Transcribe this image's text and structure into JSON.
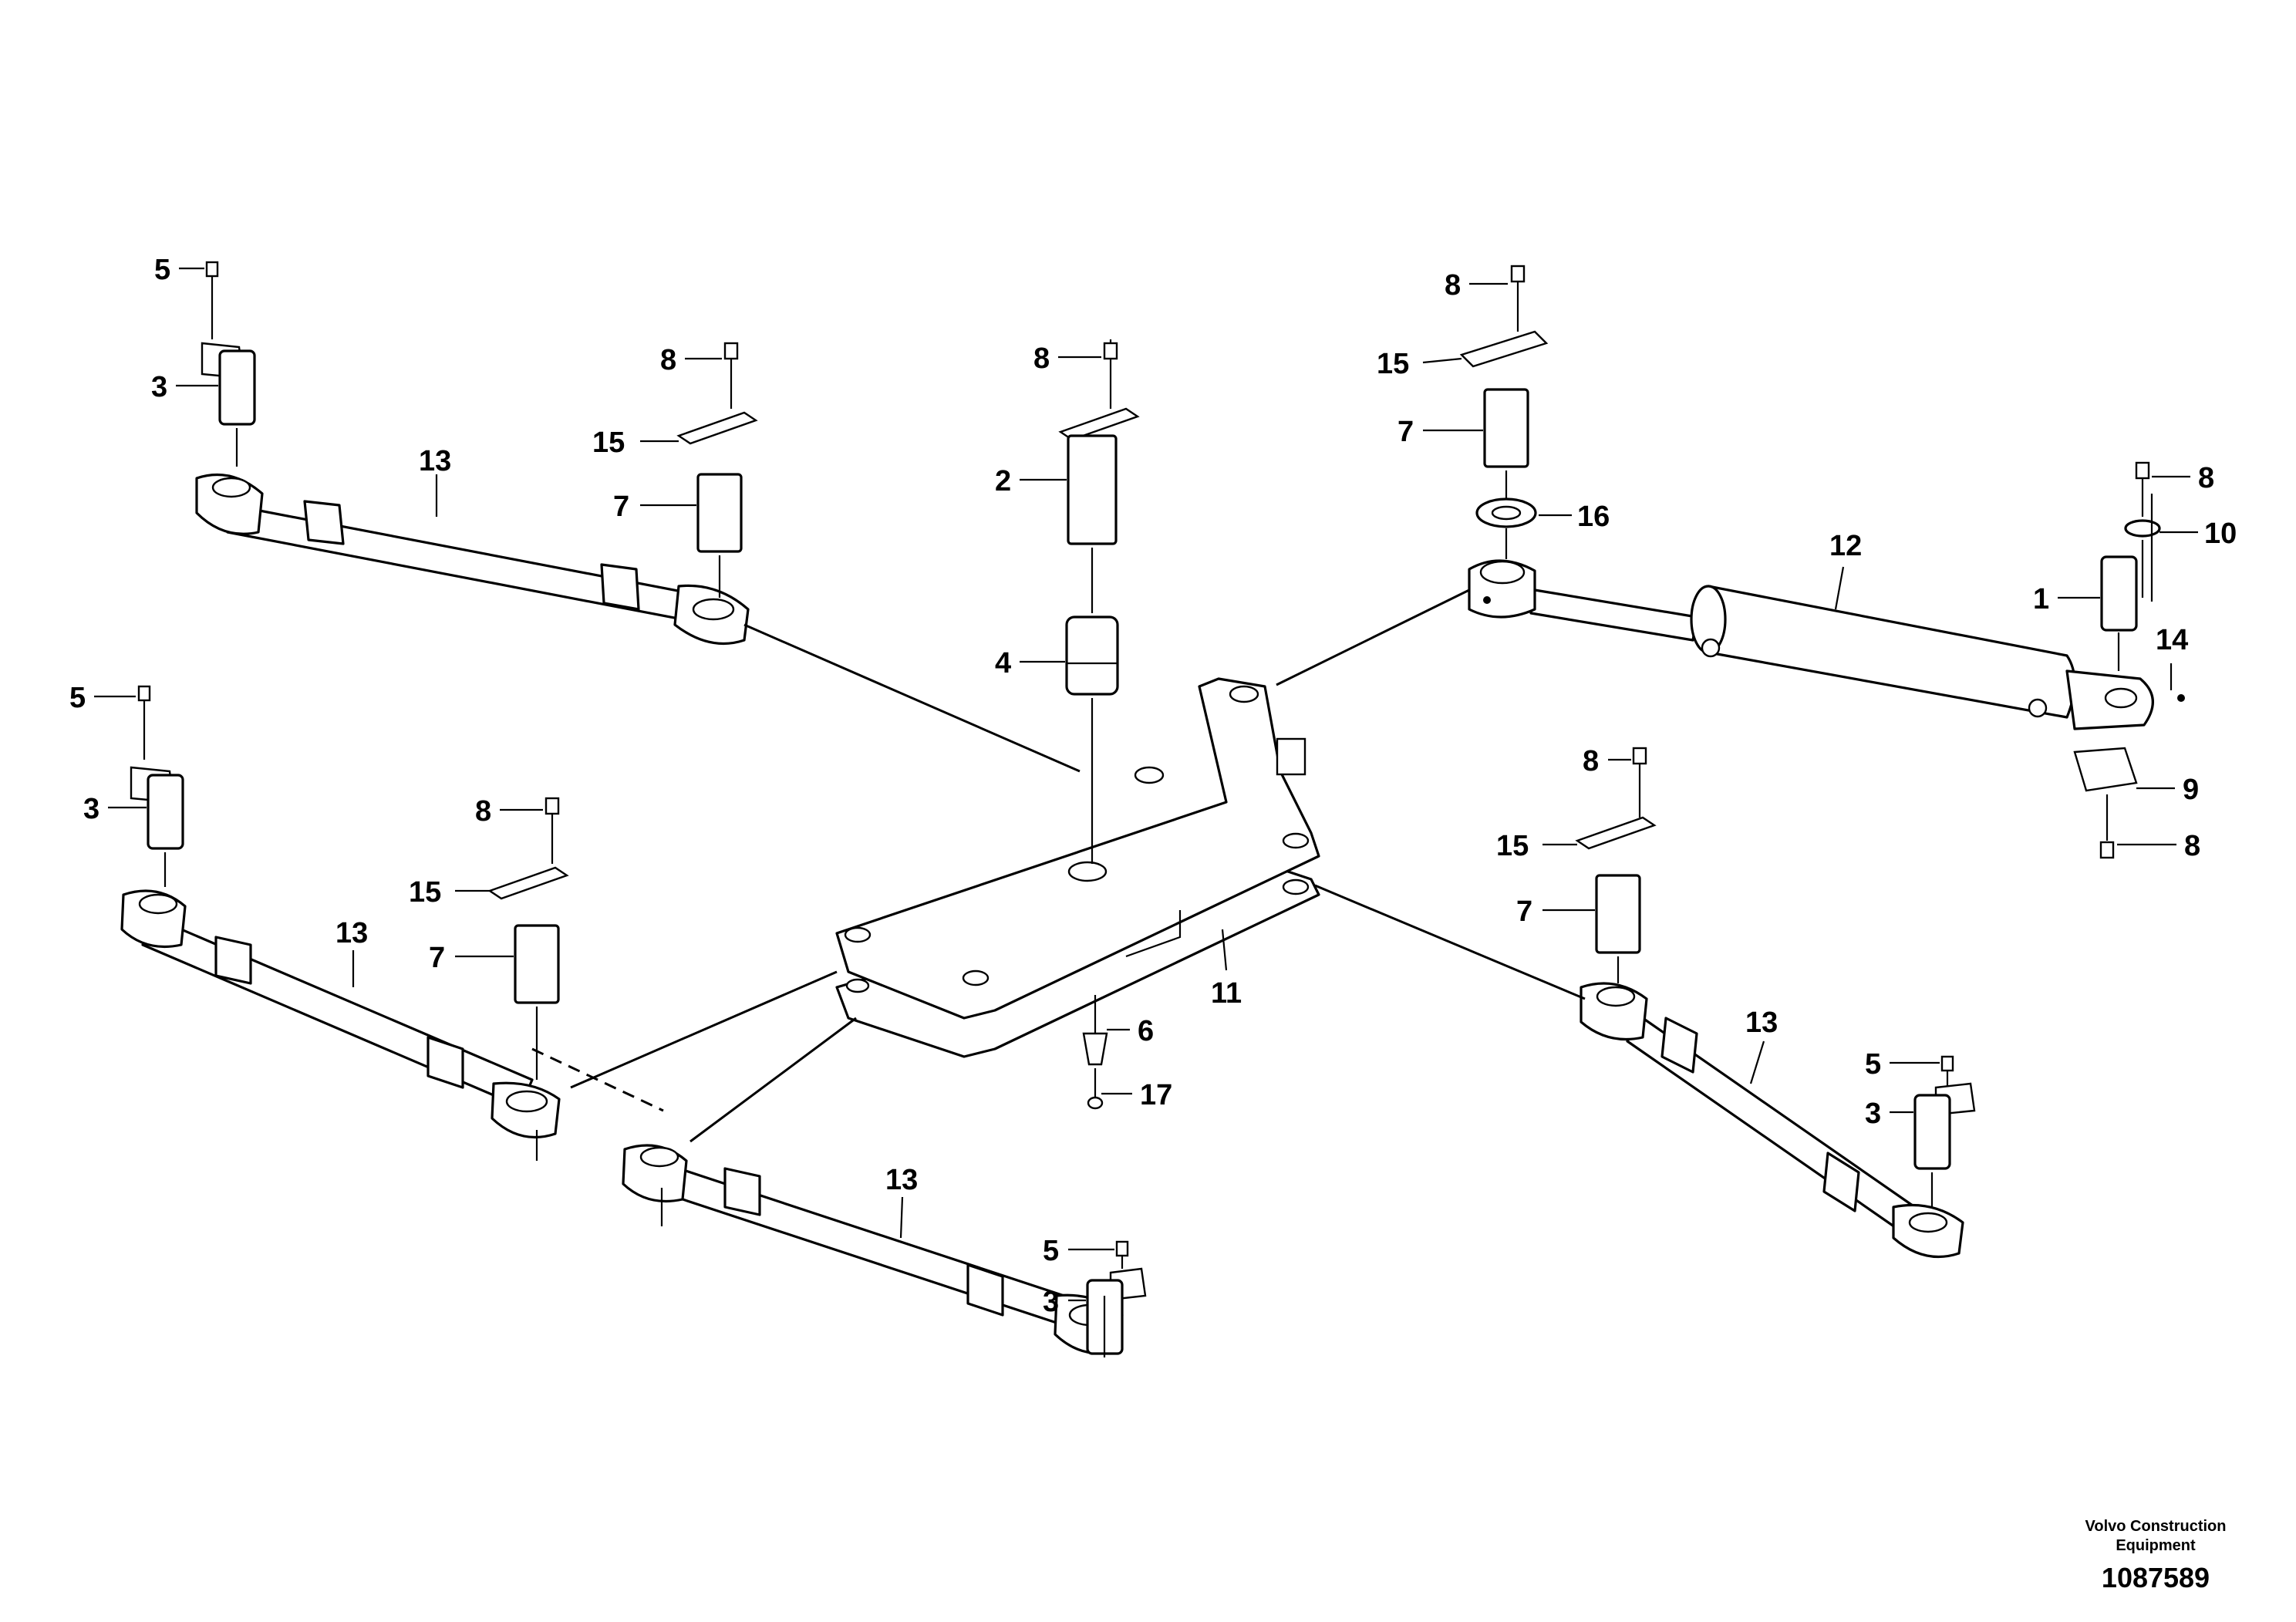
{
  "callouts": {
    "c_5a": "5",
    "c_3a": "3",
    "c_13a": "13",
    "c_8a": "8",
    "c_15a": "15",
    "c_7a": "7",
    "c_8b": "8",
    "c_2": "2",
    "c_4": "4",
    "c_8c": "8",
    "c_15c": "15",
    "c_7c": "7",
    "c_16": "16",
    "c_12": "12",
    "c_8d": "8",
    "c_10": "10",
    "c_1": "1",
    "c_14": "14",
    "c_9": "9",
    "c_8e": "8",
    "c_5b": "5",
    "c_3b": "3",
    "c_13b": "13",
    "c_8f": "8",
    "c_15f": "15",
    "c_7f": "7",
    "c_11": "11",
    "c_6": "6",
    "c_17": "17",
    "c_8g": "8",
    "c_15g": "15",
    "c_7g": "7",
    "c_13c": "13",
    "c_5c": "5",
    "c_3c": "3",
    "c_13d": "13",
    "c_5d": "5",
    "c_3d": "3"
  },
  "caption": {
    "brand_line1": "Volvo Construction",
    "brand_line2": "Equipment",
    "drawing_number": "1087589"
  }
}
